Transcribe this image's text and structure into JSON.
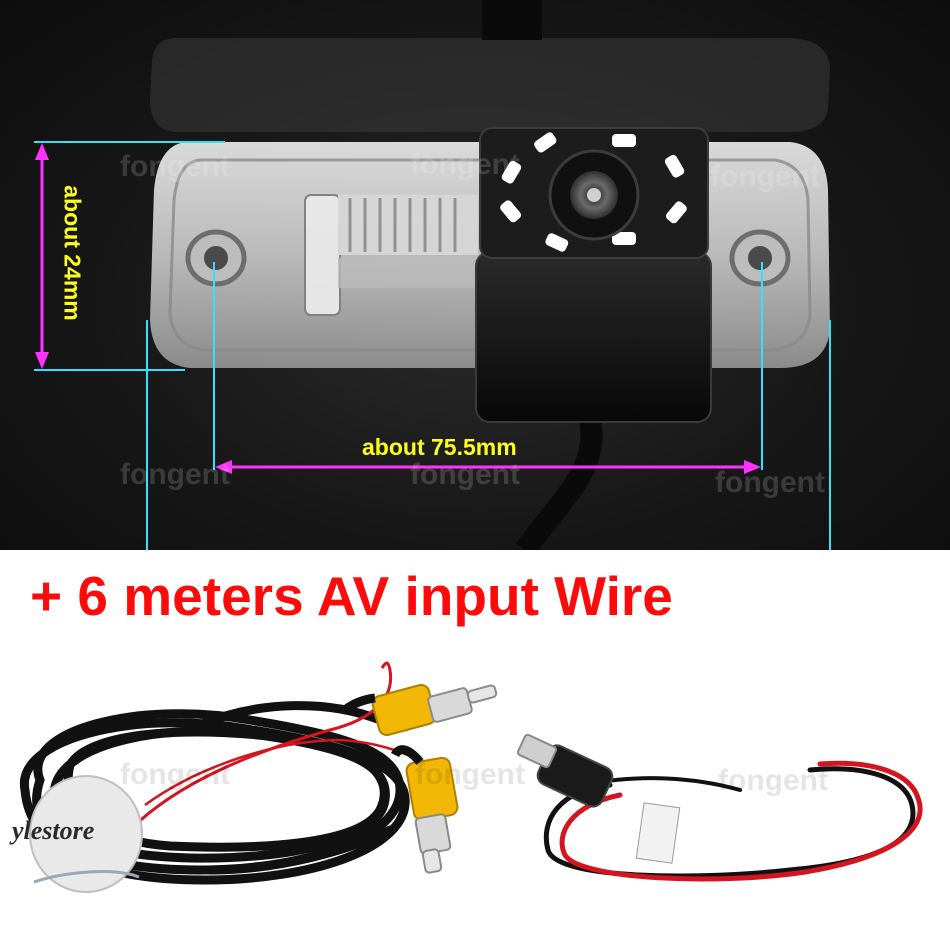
{
  "dimensions": {
    "height_label": "about 24mm",
    "width_label": "about 75.5mm"
  },
  "headline": "+ 6 meters AV input Wire",
  "watermark": "fongent",
  "store_badge": "ylestore",
  "colors": {
    "dimension_text": "#ffff1a",
    "dimension_arrow": "#ff33ff",
    "guide_line": "#33e0ff",
    "headline": "#ff0a0a",
    "led": "#ffffff",
    "rca_plug": "#f2b705",
    "red_wire": "#d4141e"
  }
}
